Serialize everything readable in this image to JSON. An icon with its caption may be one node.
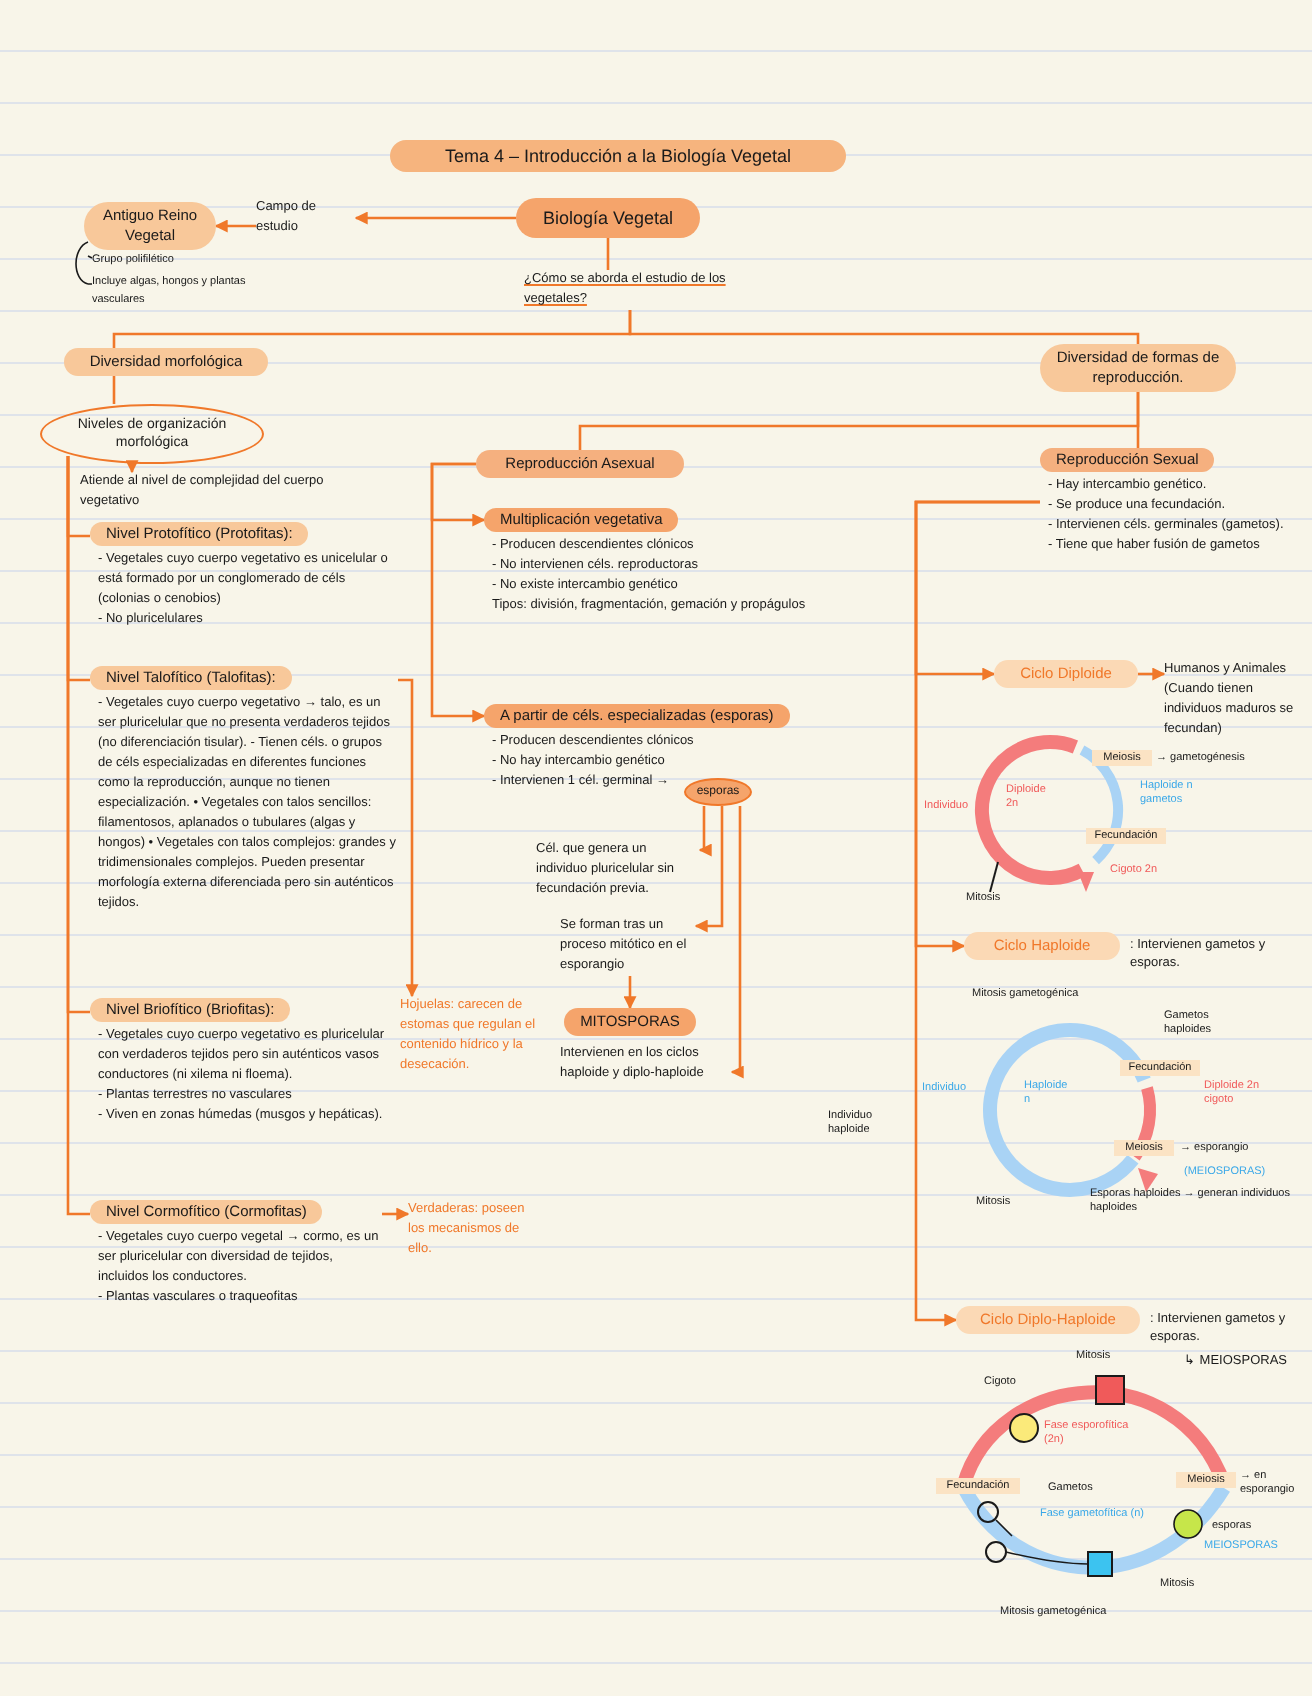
{
  "diagram": {
    "title": "Tema 4 – Introducción a la Biología Vegetal",
    "nodes": [
      {
        "text": [
          "Biología Vegetal"
        ]
      },
      {
        "text": [
          "Campo de estudio"
        ]
      },
      {
        "text": [
          "Antiguo Reino Vegetal"
        ],
        "beside": [
          "Grupo polifilético",
          "Incluye algas, hongos y plantas vasculares"
        ]
      },
      {
        "text": [
          "¿Cómo se aborda el estudio de los vegetales?"
        ]
      },
      {
        "text": [
          "Diversidad morfológica"
        ]
      },
      {
        "text": [
          "Diversidad de formas de reproducción."
        ]
      },
      {
        "text": [
          "Niveles de organización morfológica"
        ]
      },
      {
        "text": [
          "Atiende al nivel de complejidad del cuerpo vegetativo"
        ]
      },
      {
        "text": [
          "Nivel Protofítico (Protofitas):",
          "- Vegetales cuyo cuerpo vegetativo es unicelular o está formado por un conglomerado de céls (colonias o cenobios)",
          "- No pluricelulares"
        ]
      },
      {
        "text": [
          "Nivel Talofítico (Talofitas):",
          "- Vegetales cuyo cuerpo vegetativo → talo, es un ser pluricelular que no presenta verdaderos tejidos (no diferenciación tisular). - Tienen céls. o grupos de céls especializadas en diferentes funciones como la reproducción, aunque no tienen especialización. • Vegetales con talos sencillos: filamentosos, aplanados o tubulares (algas y hongos) • Vegetales con talos complejos: grandes y tridimensionales complejos. Pueden presentar morfología externa diferenciada pero sin auténticos tejidos."
        ]
      },
      {
        "text": [
          "Nivel Briofítico (Briofitas):",
          "- Vegetales cuyo cuerpo vegetativo es pluricelular con verdaderos tejidos pero sin auténticos vasos conductores (ni xilema ni floema).",
          "- Plantas terrestres no vasculares",
          "- Viven en zonas húmedas (musgos y hepáticas)."
        ]
      },
      {
        "text": [
          "Nivel Cormofítico (Cormofitas)",
          "- Vegetales cuyo cuerpo vegetal → cormo, es un ser pluricelular con diversidad de tejidos, incluidos los conductores.",
          "- Plantas vasculares o traqueofitas"
        ]
      },
      {
        "text": [
          "Hojuelas: carecen de estomas que regulan el contenido hídrico y la desecación."
        ]
      },
      {
        "text": [
          "Verdaderas: poseen los mecanismos de ello."
        ]
      },
      {
        "text": [
          "Reproducción Asexual"
        ]
      },
      {
        "text": [
          "Multiplicación vegetativa",
          "- Producen descendientes clónicos",
          "- No intervienen céls. reproductoras",
          "- No existe intercambio genético",
          "Tipos: división, fragmentación, gemación y propágulos"
        ]
      },
      {
        "text": [
          "A partir de céls. especializadas (esporas)",
          "- Producen descendientes clónicos",
          "- No hay intercambio genético",
          "- Intervienen 1 cél. germinal →"
        ]
      },
      {
        "text": [
          "esporas"
        ]
      },
      {
        "text": [
          "Cél. que genera un individuo pluricelular sin fecundación previa."
        ]
      },
      {
        "text": [
          "Se forman tras un proceso mitótico en el esporangio"
        ]
      },
      {
        "text": [
          "MITOSPORAS"
        ]
      },
      {
        "text": [
          "Intervienen en los ciclos haploide y diplo-haploide"
        ]
      },
      {
        "text": [
          "Reproducción Sexual",
          "- Hay intercambio genético.",
          "- Se produce una fecundación.",
          "- Intervienen céls. germinales (gametos).",
          "- Tiene que haber fusión de gametos"
        ]
      },
      {
        "text": [
          "Ciclo Diploide"
        ]
      },
      {
        "text": [
          "Humanos y Animales",
          "(Cuando tienen individuos maduros se fecundan)"
        ]
      },
      {
        "text": [
          "Ciclo Haploide"
        ],
        "beside": [
          ": Intervienen gametos y esporas."
        ]
      },
      {
        "text": [
          "Ciclo Diplo-Haploide"
        ],
        "beside": [
          ": Intervienen gametos y esporas.",
          "↳ MEIOSPORAS"
        ]
      }
    ],
    "edges": [
      {
        "from": 0,
        "to": 1,
        "arrow": "to"
      },
      {
        "from": 1,
        "to": 2,
        "arrow": "to"
      },
      {
        "from": 0,
        "to": 3,
        "arrow": "none"
      },
      {
        "from": 3,
        "to": 4,
        "arrow": "none"
      },
      {
        "from": 3,
        "to": 5,
        "arrow": "none"
      },
      {
        "from": 4,
        "to": 6,
        "arrow": "none"
      },
      {
        "from": 6,
        "to": 7,
        "arrow": "to"
      },
      {
        "from": 6,
        "to": 8,
        "arrow": "none"
      },
      {
        "from": 6,
        "to": 9,
        "arrow": "none"
      },
      {
        "from": 6,
        "to": 10,
        "arrow": "none"
      },
      {
        "from": 6,
        "to": 11,
        "arrow": "none"
      },
      {
        "from": 9,
        "to": 12,
        "arrow": "to"
      },
      {
        "from": 11,
        "to": 13,
        "arrow": "to"
      },
      {
        "from": 5,
        "to": 14,
        "arrow": "none"
      },
      {
        "from": 5,
        "to": 22,
        "arrow": "none"
      },
      {
        "from": 14,
        "to": 15,
        "arrow": "to"
      },
      {
        "from": 14,
        "to": 16,
        "arrow": "to"
      },
      {
        "from": 17,
        "to": 18,
        "arrow": "to"
      },
      {
        "from": 17,
        "to": 19,
        "arrow": "to"
      },
      {
        "from": 19,
        "to": 20,
        "arrow": "to"
      },
      {
        "from": 17,
        "to": 21,
        "arrow": "to"
      },
      {
        "from": 22,
        "to": 23,
        "arrow": "to"
      },
      {
        "from": 22,
        "to": 25,
        "arrow": "to"
      },
      {
        "from": 22,
        "to": 26,
        "arrow": "to"
      },
      {
        "from": 23,
        "to": 24,
        "arrow": "to"
      }
    ],
    "labels": [
      "Individuo",
      "Diploide 2n",
      "Meiosis",
      "→ gametogénesis",
      "Haploide n gametos",
      "Fecundación",
      "Cigoto 2n",
      "Mitosis",
      "Mitosis gametogénica",
      "Gametos haploides",
      "Individuo",
      "Haploide n",
      "Fecundación",
      "Diploide 2n cigoto",
      "Individuo haploide",
      "Meiosis",
      "→ esporangio",
      "Mitosis",
      "(MEIOSPORAS)",
      "Esporas haploides → generan individuos haploides",
      "Cigoto",
      "Mitosis",
      "Fase esporofítica (2n)",
      "Fecundación",
      "Meiosis",
      "→ en esporangio",
      "Gametos",
      "Fase gametofítica (n)",
      "esporas",
      "MEIOSPORAS",
      "Mitosis",
      "Mitosis gametogénica"
    ]
  }
}
